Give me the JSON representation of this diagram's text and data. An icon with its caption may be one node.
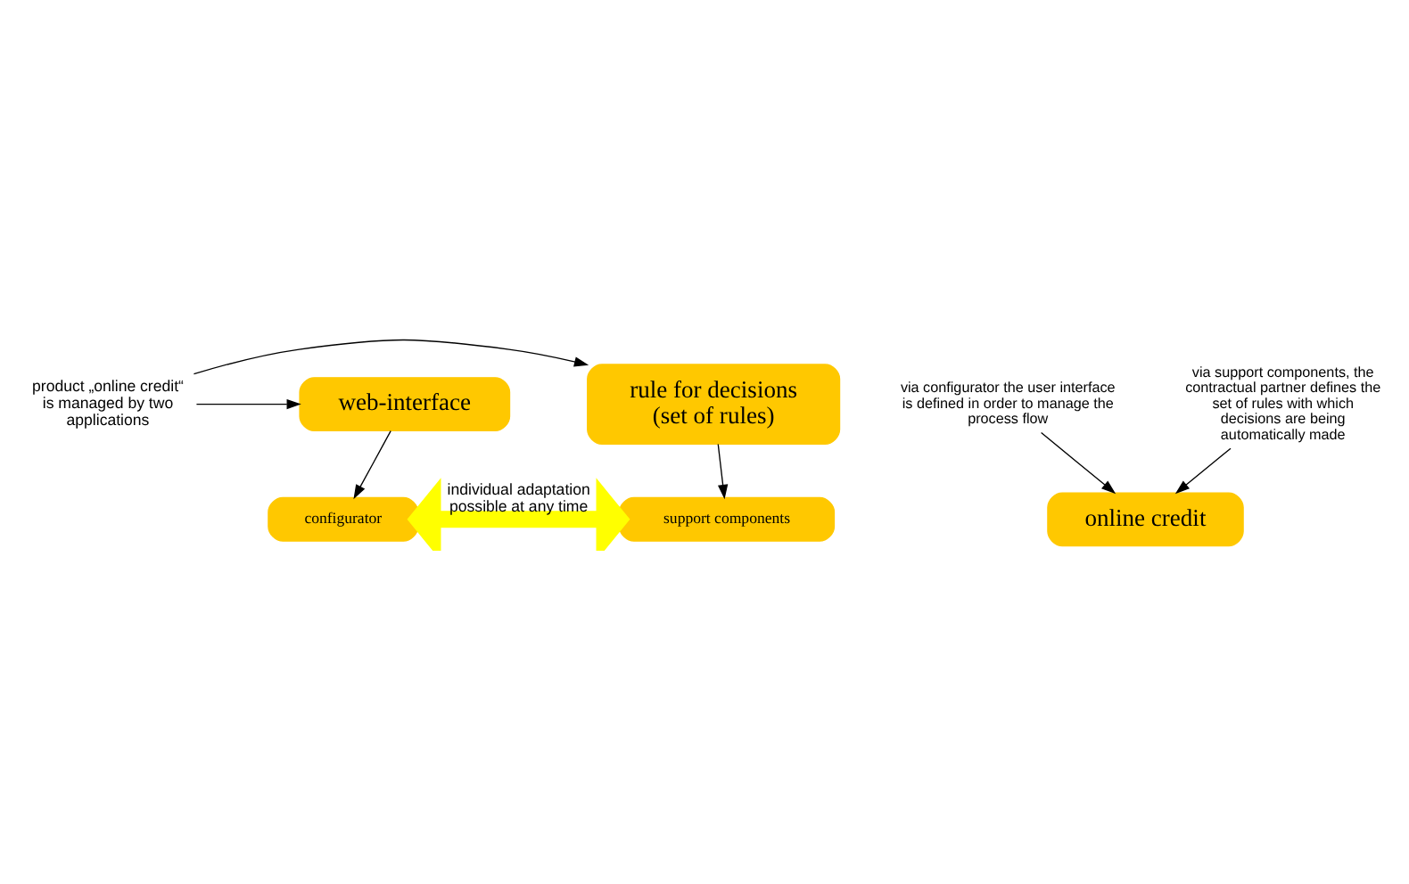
{
  "diagram": {
    "nodes": [
      {
        "text": [
          "web-interface"
        ]
      },
      {
        "text": [
          "product „online credit“ is managed by two applications"
        ]
      },
      {
        "text": [
          "rule for decisions (set of rules)"
        ]
      },
      {
        "text": [
          "configurator"
        ]
      },
      {
        "text": [
          "support components"
        ]
      },
      {
        "text": [
          "via configurator the user interface is defined in order to manage the process flow"
        ]
      },
      {
        "text": [
          "via support components, the contractual partner defines the set of rules with which decisions are being automatically made"
        ]
      },
      {
        "text": [
          "online credit"
        ]
      }
    ],
    "edges": [
      {
        "from": 1,
        "to": 0,
        "arrow": "to"
      },
      {
        "from": 1,
        "to": 2,
        "arrow": "to"
      },
      {
        "from": 0,
        "to": 3,
        "arrow": "to"
      },
      {
        "from": 2,
        "to": 4,
        "arrow": "to"
      },
      {
        "from": 3,
        "to": 4,
        "arrow": "both",
        "label": "individual adaptation possible at any time",
        "style": "thick",
        "color": "#ffff00"
      },
      {
        "from": 5,
        "to": 7,
        "arrow": "to"
      },
      {
        "from": 6,
        "to": 7,
        "arrow": "to"
      }
    ]
  }
}
